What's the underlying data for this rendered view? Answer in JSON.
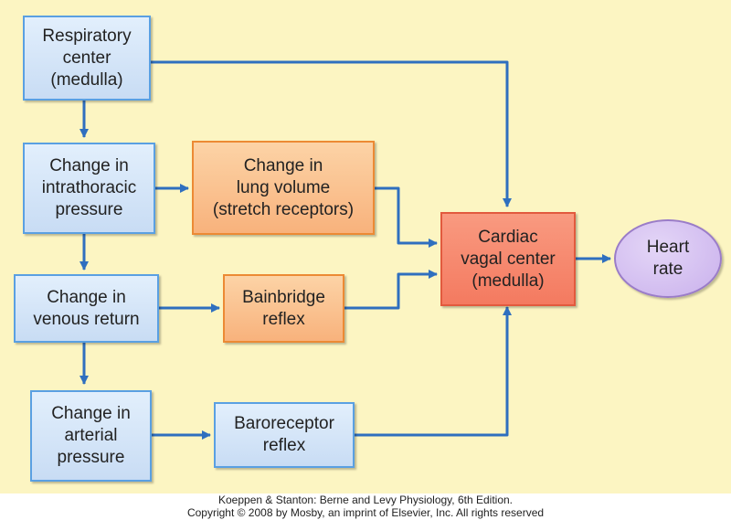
{
  "nodes": {
    "respiratory_center": "Respiratory\ncenter\n(medulla)",
    "intrathoracic_pressure": "Change in\nintrathoracic\npressure",
    "lung_volume": "Change in\nlung volume\n(stretch receptors)",
    "venous_return": "Change in\nvenous return",
    "bainbridge_reflex": "Bainbridge\nreflex",
    "arterial_pressure": "Change in\narterial\npressure",
    "baroreceptor_reflex": "Baroreceptor\nreflex",
    "cardiac_vagal_center": "Cardiac\nvagal center\n(medulla)",
    "heart_rate": "Heart\nrate"
  },
  "colors": {
    "background": "#fcf5c2",
    "arrow": "#2f6fbf",
    "blue_box": "#c8dcf4",
    "orange_box": "#f8b27c",
    "red_box": "#f47a60",
    "oval": "#c9b0ec"
  },
  "footer": {
    "line1": "Koeppen & Stanton: Berne and Levy Physiology, 6th Edition.",
    "line2": "Copyright © 2008 by Mosby, an imprint of Elsevier, Inc. All rights reserved"
  }
}
